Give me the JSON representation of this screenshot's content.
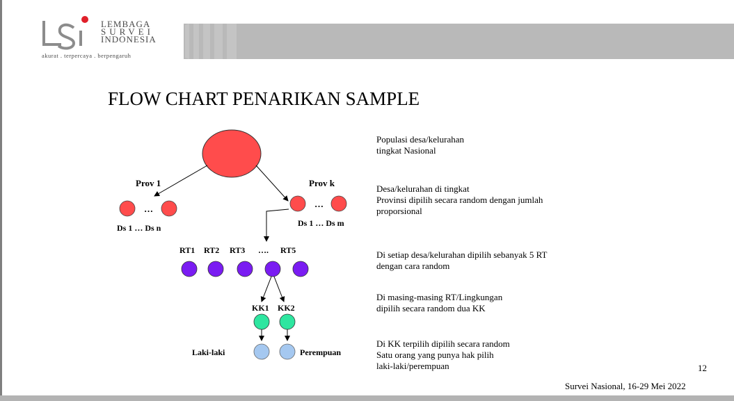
{
  "logo": {
    "line1": "LEMBAGA",
    "line2": "SURVEI",
    "line3": "INDONESIA",
    "tagline": "akurat . terpercaya . berpengaruh"
  },
  "title": "FLOW CHART PENARIKAN SAMPLE",
  "diagram": {
    "prov1": "Prov 1",
    "provk": "Prov k",
    "ellipsis_prov1": "…",
    "ellipsis_provk": "…",
    "ds_left": "Ds 1 … Ds n",
    "ds_right": "Ds 1 … Ds m",
    "rt_labels": [
      "RT1",
      "RT2",
      "RT3",
      "….",
      "RT5"
    ],
    "kk1": "KK1",
    "kk2": "KK2",
    "male": "Laki-laki",
    "female": "Perempuan"
  },
  "descriptions": [
    [
      "Populasi desa/kelurahan",
      "tingkat Nasional"
    ],
    [
      "Desa/kelurahan di tingkat",
      "Provinsi dipilih secara random dengan jumlah",
      "proporsional"
    ],
    [
      "Di setiap desa/kelurahan dipilih sebanyak 5 RT",
      "dengan cara random"
    ],
    [
      "Di masing-masing RT/Lingkungan",
      "dipilih secara random dua KK"
    ],
    [
      "Di KK terpilih dipilih secara random",
      "Satu orang yang punya hak pilih",
      "laki-laki/perempuan"
    ]
  ],
  "page_number": "12",
  "footer": "Survei Nasional, 16-29 Mei 2022",
  "colors": {
    "red": "#ff4c4c",
    "purple": "#7a1cf2",
    "green": "#2ee6a0",
    "blue": "#a5c8f0"
  }
}
